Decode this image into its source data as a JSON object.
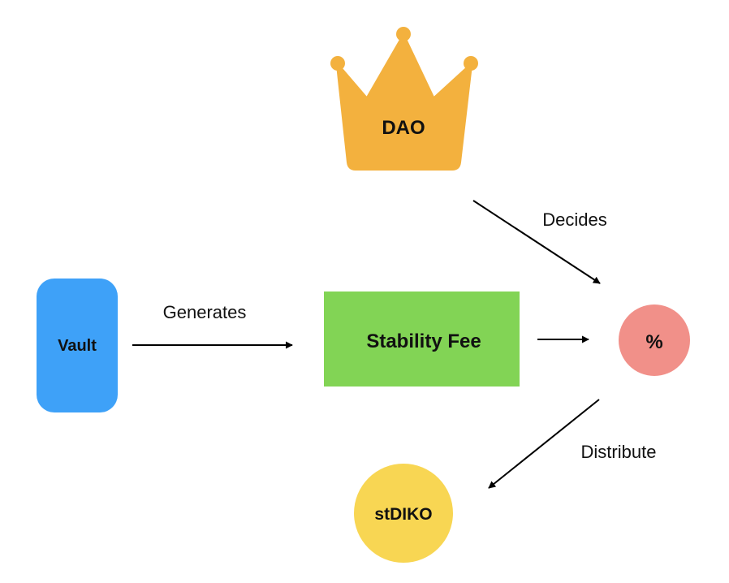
{
  "nodes": {
    "dao": {
      "label": "DAO",
      "color": "#F3B13E"
    },
    "vault": {
      "label": "Vault",
      "color": "#3EA1F8"
    },
    "stability_fee": {
      "label": "Stability Fee",
      "color": "#82D455"
    },
    "percent": {
      "label": "%",
      "color": "#F19089"
    },
    "stdiko": {
      "label": "stDIKO",
      "color": "#F8D653"
    }
  },
  "edges": {
    "generates": {
      "label": "Generates"
    },
    "decides": {
      "label": "Decides"
    },
    "distribute": {
      "label": "Distribute"
    }
  },
  "colors": {
    "arrow": "#000000",
    "text": "#111111"
  }
}
